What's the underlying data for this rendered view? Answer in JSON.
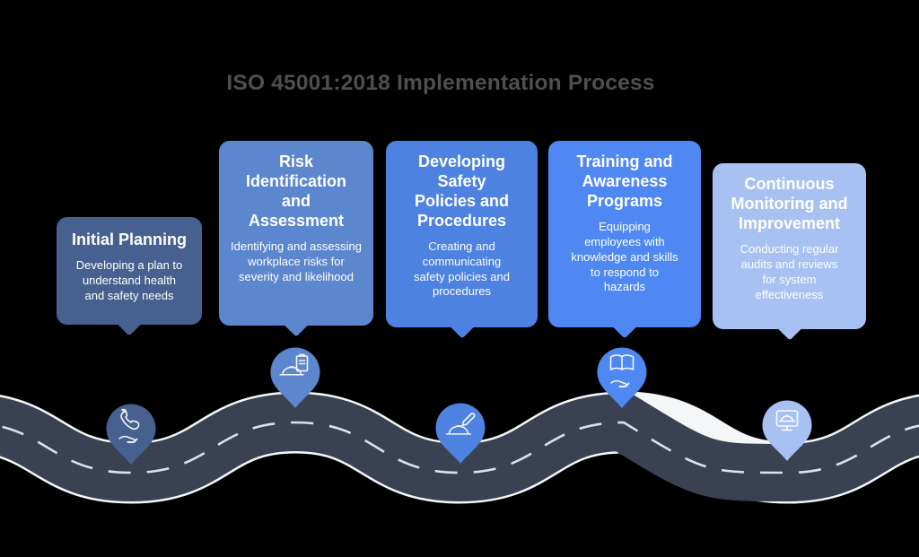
{
  "background_color": "#000000",
  "title": "ISO 45001:2018 Implementation Process",
  "title_color": "#4f4f4f",
  "road": {
    "surface_color": "#3a4252",
    "edge_color": "#f5f6f8",
    "dash_color": "#dde1e8"
  },
  "steps": [
    {
      "order": 1,
      "title": "Initial Planning",
      "description": "Developing a plan to understand health and safety needs",
      "color": "#46618f",
      "icon": "phone-in-hand-icon"
    },
    {
      "order": 2,
      "title": "Risk Identification and Assessment",
      "description": "Identifying and assessing workplace risks for severity and likelihood",
      "color": "#5c86ce",
      "icon": "hardhat-checklist-icon"
    },
    {
      "order": 3,
      "title": "Developing Safety Policies and Procedures",
      "description": "Creating and communicating safety policies and procedures",
      "color": "#4e82e0",
      "icon": "hardhat-pencil-icon"
    },
    {
      "order": 4,
      "title": "Training and Awareness Programs",
      "description": "Equipping employees with knowledge and skills to respond to hazards",
      "color": "#4f88f2",
      "icon": "book-in-hand-icon"
    },
    {
      "order": 5,
      "title": "Continuous Monitoring and Improvement",
      "description": "Conducting regular audits and reviews for system effectiveness",
      "color": "#a7c2f2",
      "icon": "monitor-hardhat-icon"
    }
  ]
}
